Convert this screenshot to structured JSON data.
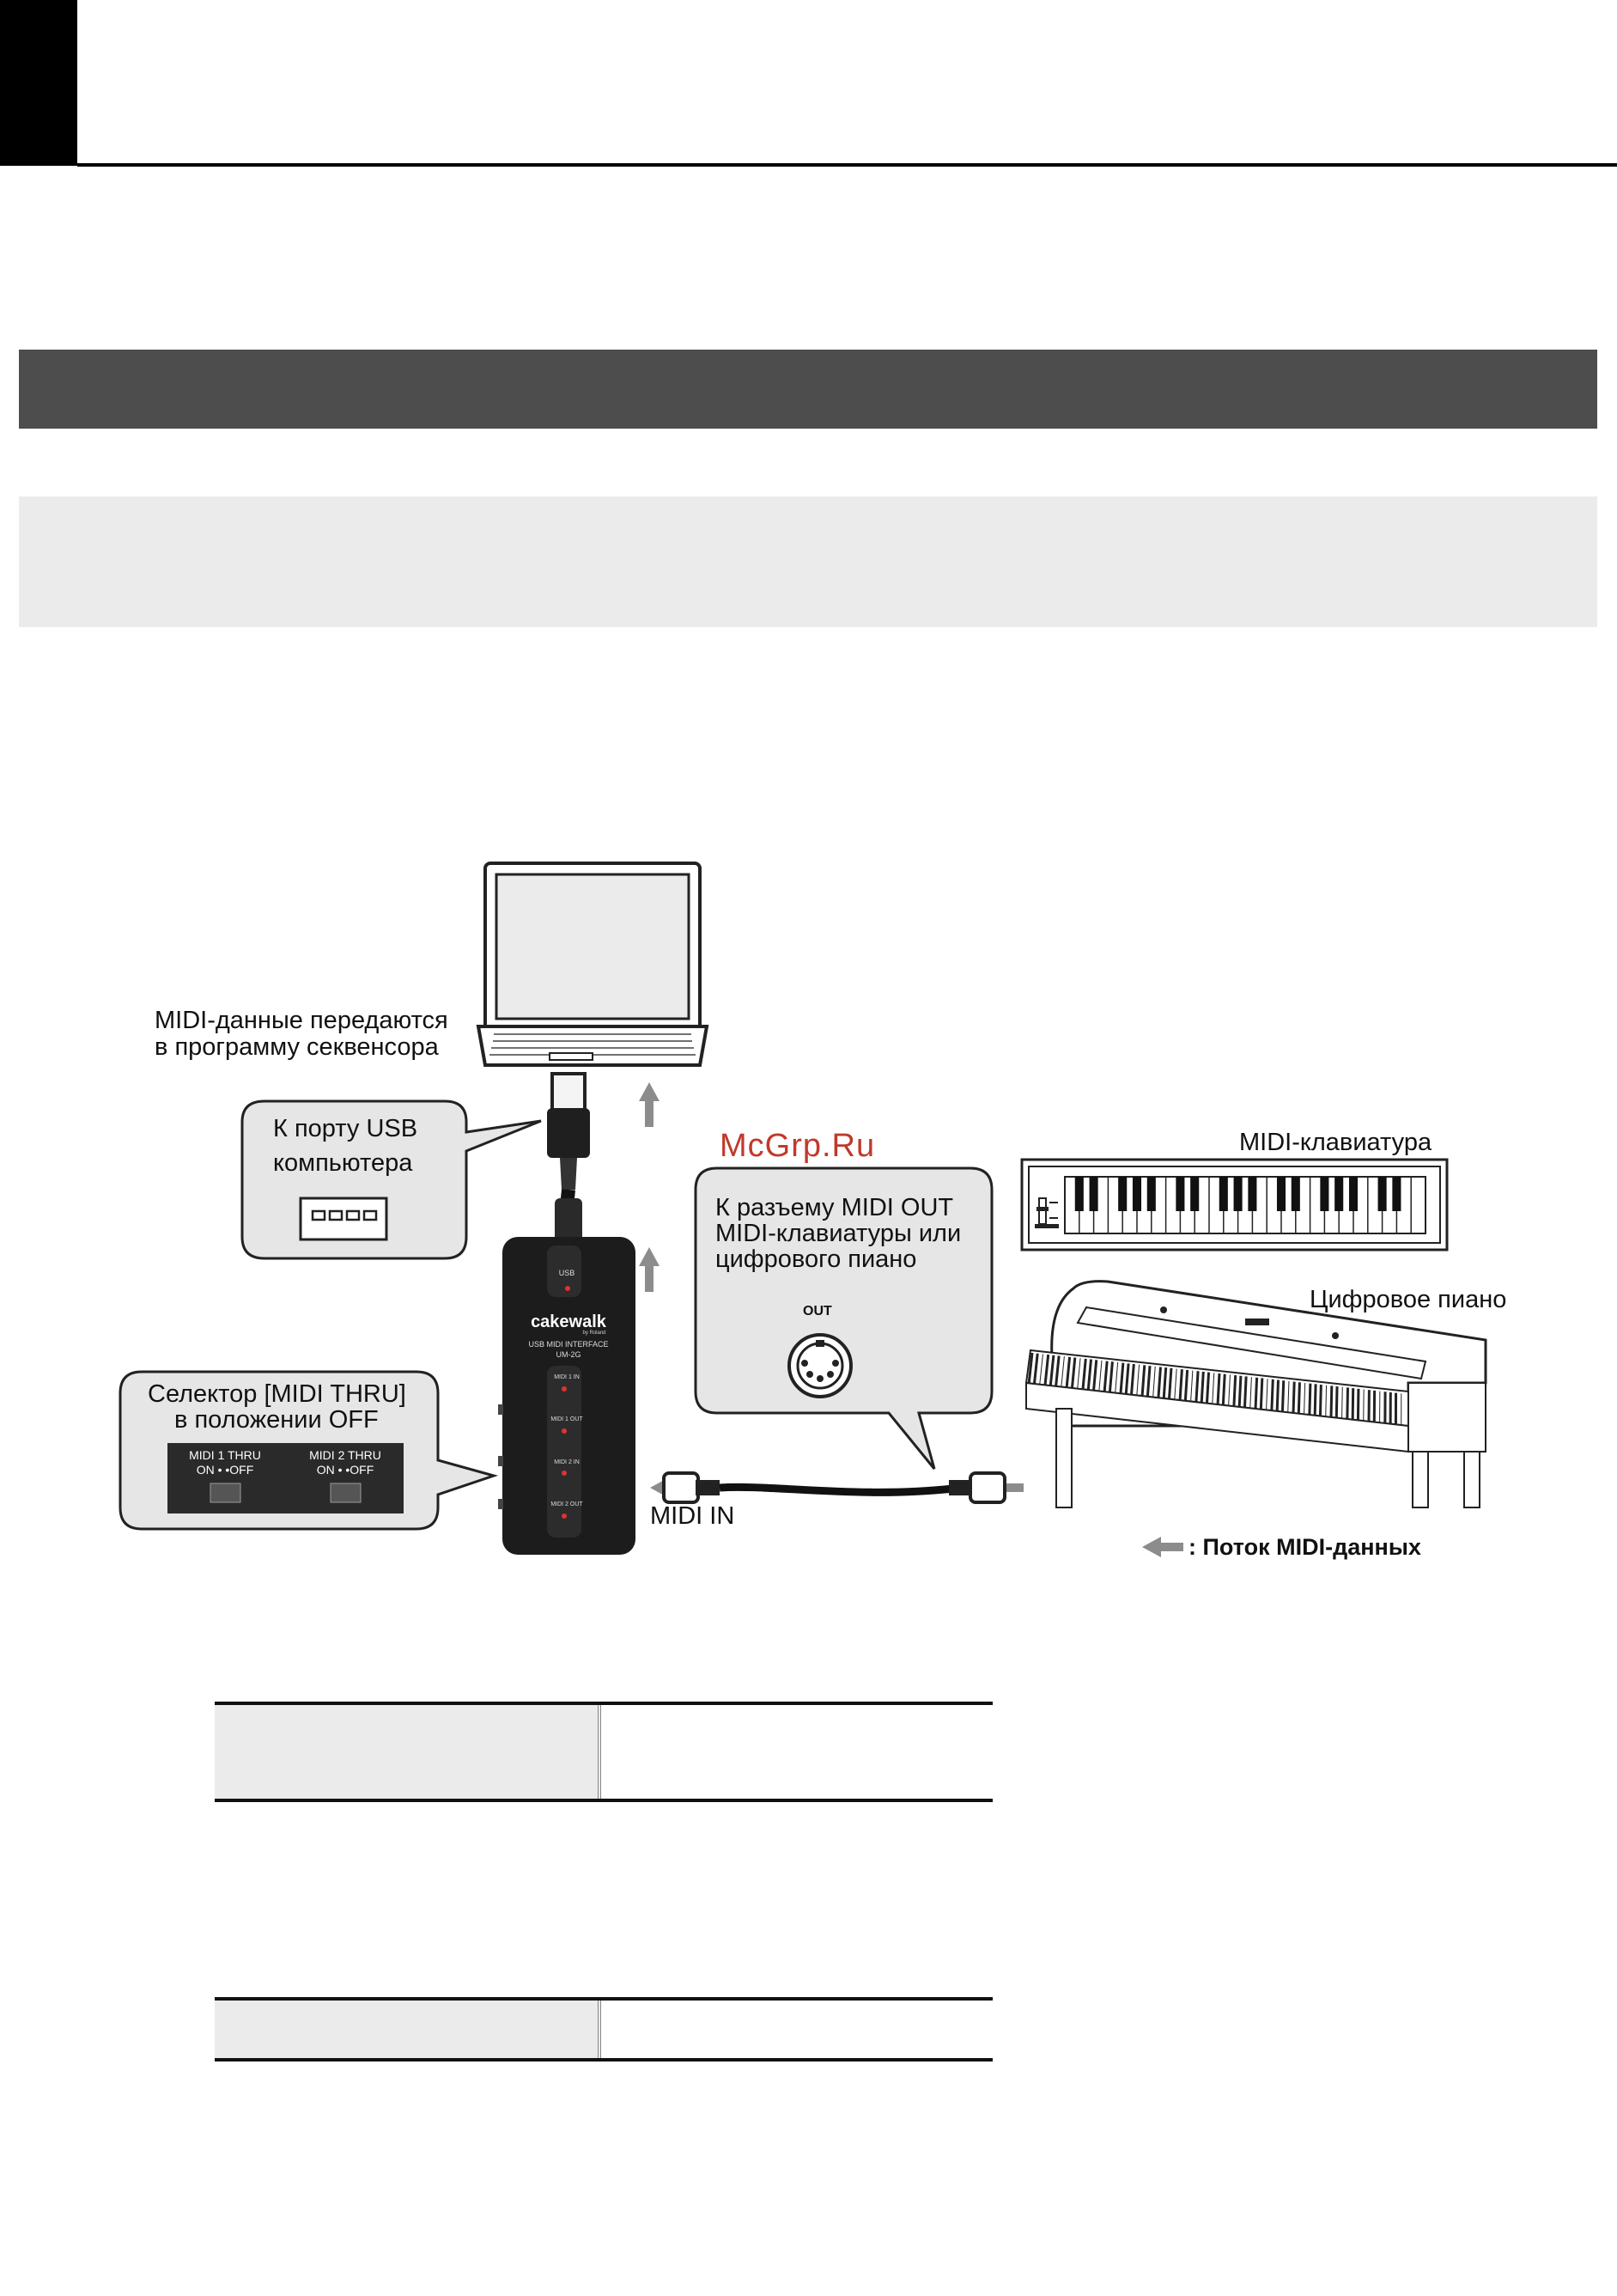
{
  "diagram": {
    "watermark": "McGrp.Ru",
    "labels": {
      "sequencer_line1": "MIDI-данные передаются",
      "sequencer_line2": "в программу секвенсора",
      "usb_port_line1": "К порту USB",
      "usb_port_line2": "компьютера",
      "midi_out_line1": "К разъему MIDI OUT",
      "midi_out_line2": "MIDI-клавиатуры или",
      "midi_out_line3": "цифрового пиано",
      "out_connector": "OUT",
      "midi_in": "MIDI IN",
      "midi_keyboard": "MIDI-клавиатура",
      "digital_piano": "Цифровое пиано",
      "selector_line1": "Селектор [MIDI THRU]",
      "selector_line2": "в положении OFF",
      "switch1_title": "MIDI 1 THRU",
      "switch1_states": "ON • •OFF",
      "switch2_title": "MIDI 2 THRU",
      "switch2_states": "ON • •OFF",
      "legend": ": Поток MIDI-данных"
    },
    "device": {
      "brand": "cakewalk",
      "brand_sub": "by Roland",
      "model_line1": "USB MIDI INTERFACE",
      "model_line2": "UM-2G",
      "port_usb": "USB",
      "port_midi1_in": "MIDI 1 IN",
      "port_midi1_out": "MIDI 1 OUT",
      "port_midi2_in": "MIDI 2 IN",
      "port_midi2_out": "MIDI 2 OUT"
    },
    "colors": {
      "flow_arrow": "#8c8c8c",
      "callout_fill": "#e6e6e6",
      "device_body": "#1c1c1c"
    }
  }
}
